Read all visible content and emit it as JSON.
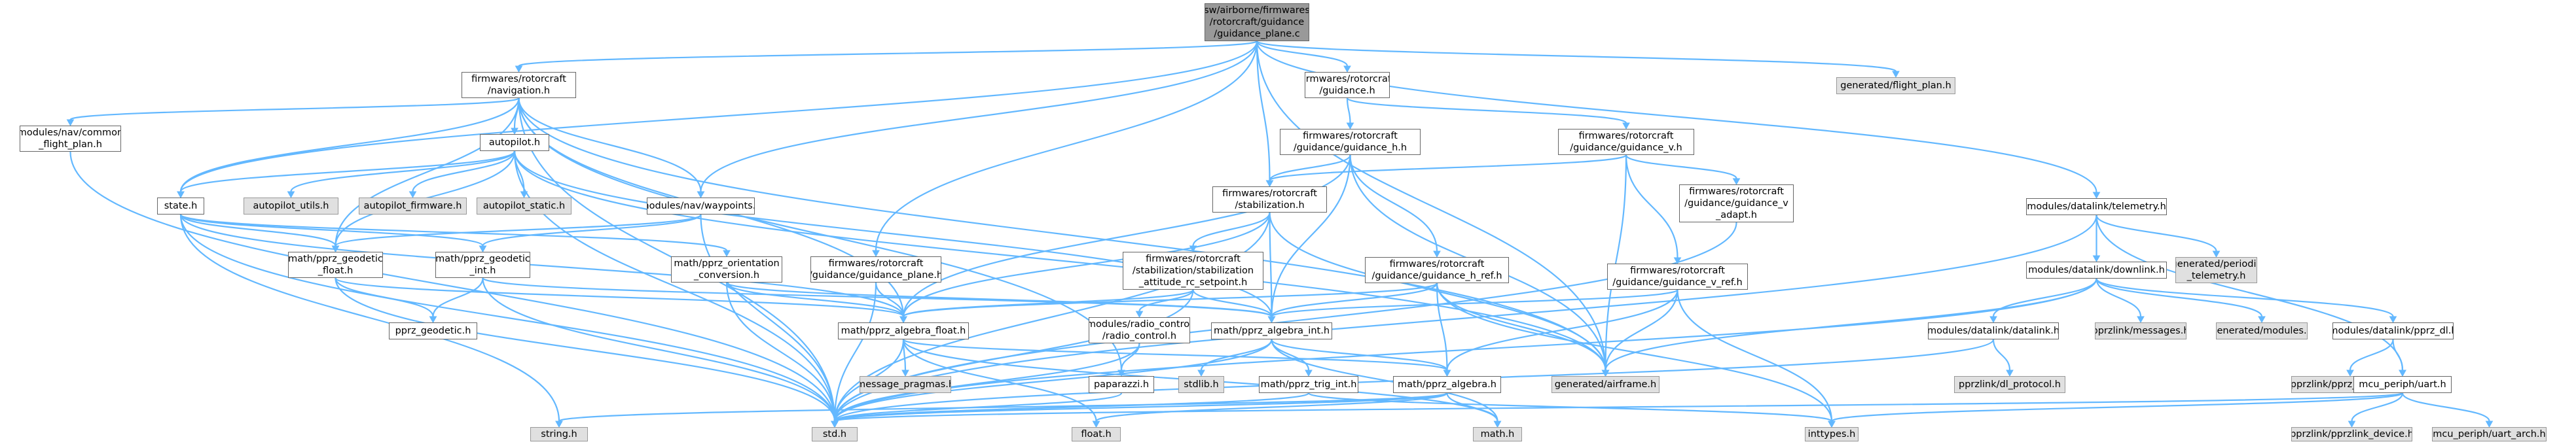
{
  "diagram": {
    "nodes": [
      {
        "id": "root",
        "kind": "root",
        "lines": [
          "sw/airborne/firmwares",
          "/rotorcraft/guidance",
          "/guidance_plane.c"
        ]
      },
      {
        "id": "nav",
        "kind": "file",
        "lines": [
          "firmwares/rotorcraft",
          "/navigation.h"
        ]
      },
      {
        "id": "guid",
        "kind": "file",
        "lines": [
          "firmwares/rotorcraft",
          "/guidance.h"
        ]
      },
      {
        "id": "flightplan",
        "kind": "sys",
        "lines": [
          "generated/flight_plan.h"
        ]
      },
      {
        "id": "commonfp",
        "kind": "file",
        "lines": [
          "modules/nav/common",
          "_flight_plan.h"
        ]
      },
      {
        "id": "autopilot",
        "kind": "file",
        "lines": [
          "autopilot.h"
        ]
      },
      {
        "id": "guidh",
        "kind": "file",
        "lines": [
          "firmwares/rotorcraft",
          "/guidance/guidance_h.h"
        ]
      },
      {
        "id": "guidv",
        "kind": "file",
        "lines": [
          "firmwares/rotorcraft",
          "/guidance/guidance_v.h"
        ]
      },
      {
        "id": "state",
        "kind": "file",
        "lines": [
          "state.h"
        ]
      },
      {
        "id": "aputils",
        "kind": "sys",
        "lines": [
          "autopilot_utils.h"
        ]
      },
      {
        "id": "apfirm",
        "kind": "sys",
        "lines": [
          "autopilot_firmware.h"
        ]
      },
      {
        "id": "apstatic",
        "kind": "sys",
        "lines": [
          "autopilot_static.h"
        ]
      },
      {
        "id": "waypoints",
        "kind": "file",
        "lines": [
          "modules/nav/waypoints.h"
        ]
      },
      {
        "id": "stab",
        "kind": "file",
        "lines": [
          "firmwares/rotorcraft",
          "/stabilization.h"
        ]
      },
      {
        "id": "vadapt",
        "kind": "file",
        "lines": [
          "firmwares/rotorcraft",
          "/guidance/guidance_v",
          "_adapt.h"
        ]
      },
      {
        "id": "telemetry",
        "kind": "file",
        "lines": [
          "modules/datalink/telemetry.h"
        ]
      },
      {
        "id": "geodf",
        "kind": "file",
        "lines": [
          "math/pprz_geodetic",
          "_float.h"
        ]
      },
      {
        "id": "geodi",
        "kind": "file",
        "lines": [
          "math/pprz_geodetic",
          "_int.h"
        ]
      },
      {
        "id": "orient",
        "kind": "file",
        "lines": [
          "math/pprz_orientation",
          "_conversion.h"
        ]
      },
      {
        "id": "gplane",
        "kind": "file",
        "lines": [
          "firmwares/rotorcraft",
          "/guidance/guidance_plane.h"
        ]
      },
      {
        "id": "stabrc",
        "kind": "file",
        "lines": [
          "firmwares/rotorcraft",
          "/stabilization/stabilization",
          "_attitude_rc_setpoint.h"
        ]
      },
      {
        "id": "guidhref",
        "kind": "file",
        "lines": [
          "firmwares/rotorcraft",
          "/guidance/guidance_h_ref.h"
        ]
      },
      {
        "id": "guidvref",
        "kind": "file",
        "lines": [
          "firmwares/rotorcraft",
          "/guidance/guidance_v_ref.h"
        ]
      },
      {
        "id": "downlink",
        "kind": "file",
        "lines": [
          "modules/datalink/downlink.h"
        ]
      },
      {
        "id": "genperiodic",
        "kind": "sys",
        "lines": [
          "generated/periodic",
          "_telemetry.h"
        ]
      },
      {
        "id": "geodh",
        "kind": "file",
        "lines": [
          "pprz_geodetic.h"
        ]
      },
      {
        "id": "algf",
        "kind": "file",
        "lines": [
          "math/pprz_algebra_float.h"
        ]
      },
      {
        "id": "radio",
        "kind": "file",
        "lines": [
          "modules/radio_control",
          "/radio_control.h"
        ]
      },
      {
        "id": "algi",
        "kind": "file",
        "lines": [
          "math/pprz_algebra_int.h"
        ]
      },
      {
        "id": "datalinkh",
        "kind": "file",
        "lines": [
          "modules/datalink/datalink.h"
        ]
      },
      {
        "id": "pprzmsg",
        "kind": "sys",
        "lines": [
          "pprzlink/messages.h"
        ]
      },
      {
        "id": "genmod",
        "kind": "sys",
        "lines": [
          "generated/modules.h"
        ]
      },
      {
        "id": "pprzdl",
        "kind": "file",
        "lines": [
          "modules/datalink/pprz_dl.h"
        ]
      },
      {
        "id": "msgprag",
        "kind": "sys",
        "lines": [
          "message_pragmas.h"
        ]
      },
      {
        "id": "paparazzi",
        "kind": "file",
        "lines": [
          "paparazzi.h"
        ]
      },
      {
        "id": "stdlib",
        "kind": "sys",
        "lines": [
          "stdlib.h"
        ]
      },
      {
        "id": "trig",
        "kind": "file",
        "lines": [
          "math/pprz_trig_int.h"
        ]
      },
      {
        "id": "alg",
        "kind": "file",
        "lines": [
          "math/pprz_algebra.h"
        ]
      },
      {
        "id": "airframe",
        "kind": "sys",
        "lines": [
          "generated/airframe.h"
        ]
      },
      {
        "id": "dlproto",
        "kind": "sys",
        "lines": [
          "pprzlink/dl_protocol.h"
        ]
      },
      {
        "id": "pprztrans",
        "kind": "sys",
        "lines": [
          "pprzlink/pprz_transport.h"
        ]
      },
      {
        "id": "uart",
        "kind": "file",
        "lines": [
          "mcu_periph/uart.h"
        ]
      },
      {
        "id": "string",
        "kind": "sys",
        "lines": [
          "string.h"
        ]
      },
      {
        "id": "std",
        "kind": "sys",
        "lines": [
          "std.h"
        ]
      },
      {
        "id": "floath",
        "kind": "sys",
        "lines": [
          "float.h"
        ]
      },
      {
        "id": "math",
        "kind": "sys",
        "lines": [
          "math.h"
        ]
      },
      {
        "id": "inttypes",
        "kind": "sys",
        "lines": [
          "inttypes.h"
        ]
      },
      {
        "id": "pprzdev",
        "kind": "sys",
        "lines": [
          "pprzlink/pprzlink_device.h"
        ]
      },
      {
        "id": "uartarch",
        "kind": "sys",
        "lines": [
          "mcu_periph/uart_arch.h"
        ]
      }
    ],
    "edges": [
      [
        "root",
        "nav"
      ],
      [
        "root",
        "guid"
      ],
      [
        "root",
        "flightplan"
      ],
      [
        "root",
        "state"
      ],
      [
        "root",
        "waypoints"
      ],
      [
        "root",
        "stab"
      ],
      [
        "root",
        "gplane"
      ],
      [
        "root",
        "telemetry"
      ],
      [
        "root",
        "airframe"
      ],
      [
        "nav",
        "commonfp"
      ],
      [
        "nav",
        "autopilot"
      ],
      [
        "nav",
        "state"
      ],
      [
        "nav",
        "waypoints"
      ],
      [
        "nav",
        "geodf"
      ],
      [
        "nav",
        "algf"
      ],
      [
        "nav",
        "airframe"
      ],
      [
        "nav",
        "std"
      ],
      [
        "nav",
        "paparazzi"
      ],
      [
        "commonfp",
        "std"
      ],
      [
        "guid",
        "guidh"
      ],
      [
        "guid",
        "guidv"
      ],
      [
        "autopilot",
        "aputils"
      ],
      [
        "autopilot",
        "apfirm"
      ],
      [
        "autopilot",
        "apstatic"
      ],
      [
        "autopilot",
        "state"
      ],
      [
        "autopilot",
        "std"
      ],
      [
        "autopilot",
        "algi"
      ],
      [
        "autopilot",
        "airframe"
      ],
      [
        "autopilot",
        "geodf"
      ],
      [
        "guidh",
        "stab"
      ],
      [
        "guidh",
        "guidhref"
      ],
      [
        "guidh",
        "algf"
      ],
      [
        "guidh",
        "algi"
      ],
      [
        "guidh",
        "airframe"
      ],
      [
        "guidv",
        "stab"
      ],
      [
        "guidv",
        "vadapt"
      ],
      [
        "guidv",
        "guidvref"
      ],
      [
        "guidv",
        "airframe"
      ],
      [
        "state",
        "geodf"
      ],
      [
        "state",
        "geodi"
      ],
      [
        "state",
        "orient"
      ],
      [
        "state",
        "algf"
      ],
      [
        "state",
        "std"
      ],
      [
        "state",
        "string"
      ],
      [
        "waypoints",
        "geodi"
      ],
      [
        "waypoints",
        "geodf"
      ],
      [
        "waypoints",
        "std"
      ],
      [
        "stab",
        "stabrc"
      ],
      [
        "stab",
        "algf"
      ],
      [
        "stab",
        "algi"
      ],
      [
        "stab",
        "std"
      ],
      [
        "stab",
        "airframe"
      ],
      [
        "vadapt",
        "std"
      ],
      [
        "telemetry",
        "downlink"
      ],
      [
        "telemetry",
        "genperiodic"
      ],
      [
        "telemetry",
        "std"
      ],
      [
        "telemetry",
        "uart"
      ],
      [
        "geodf",
        "geodh"
      ],
      [
        "geodf",
        "algf"
      ],
      [
        "geodf",
        "std"
      ],
      [
        "geodi",
        "geodh"
      ],
      [
        "geodi",
        "algi"
      ],
      [
        "geodi",
        "std"
      ],
      [
        "orient",
        "algf"
      ],
      [
        "orient",
        "algi"
      ],
      [
        "orient",
        "std"
      ],
      [
        "gplane",
        "algf"
      ],
      [
        "gplane",
        "std"
      ],
      [
        "stabrc",
        "algf"
      ],
      [
        "stabrc",
        "algi"
      ],
      [
        "stabrc",
        "radio"
      ],
      [
        "stabrc",
        "std"
      ],
      [
        "guidhref",
        "algf"
      ],
      [
        "guidhref",
        "algi"
      ],
      [
        "guidhref",
        "alg"
      ],
      [
        "guidhref",
        "airframe"
      ],
      [
        "guidhref",
        "inttypes"
      ],
      [
        "guidvref",
        "algi"
      ],
      [
        "guidvref",
        "alg"
      ],
      [
        "guidvref",
        "airframe"
      ],
      [
        "guidvref",
        "inttypes"
      ],
      [
        "downlink",
        "datalinkh"
      ],
      [
        "downlink",
        "pprzmsg"
      ],
      [
        "downlink",
        "genmod"
      ],
      [
        "downlink",
        "pprzdl"
      ],
      [
        "downlink",
        "airframe"
      ],
      [
        "downlink",
        "std"
      ],
      [
        "algf",
        "msgprag"
      ],
      [
        "algf",
        "alg"
      ],
      [
        "algf",
        "std"
      ],
      [
        "algf",
        "math"
      ],
      [
        "algf",
        "floath"
      ],
      [
        "radio",
        "paparazzi"
      ],
      [
        "radio",
        "std"
      ],
      [
        "algi",
        "stdlib"
      ],
      [
        "algi",
        "trig"
      ],
      [
        "algi",
        "alg"
      ],
      [
        "algi",
        "std"
      ],
      [
        "algi",
        "math"
      ],
      [
        "datalinkh",
        "dlproto"
      ],
      [
        "datalinkh",
        "std"
      ],
      [
        "pprzdl",
        "pprztrans"
      ],
      [
        "pprzdl",
        "uart"
      ],
      [
        "paparazzi",
        "std"
      ],
      [
        "trig",
        "std"
      ],
      [
        "trig",
        "inttypes"
      ],
      [
        "alg",
        "std"
      ],
      [
        "alg",
        "floath"
      ],
      [
        "alg",
        "math"
      ],
      [
        "alg",
        "string"
      ],
      [
        "uart",
        "pprzdev"
      ],
      [
        "uart",
        "uartarch"
      ],
      [
        "uart",
        "std"
      ],
      [
        "uart",
        "inttypes"
      ]
    ]
  }
}
